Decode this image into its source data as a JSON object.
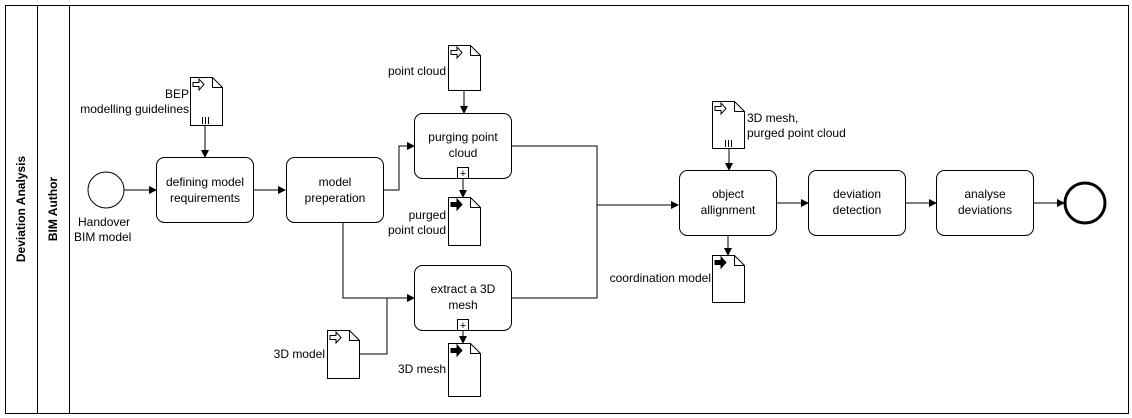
{
  "pool": {
    "title": "Deviation Analysis"
  },
  "lane": {
    "title": "BIM Author"
  },
  "start_event": {
    "label_line1": "Handover",
    "label_line2": "BIM model"
  },
  "tasks": {
    "defining": {
      "line1": "defining model",
      "line2": "requirements"
    },
    "preparation": {
      "line1": "model",
      "line2": "preperation"
    },
    "purging": {
      "line1": "purging point",
      "line2": "cloud",
      "marker": "+"
    },
    "extract": {
      "line1": "extract a 3D",
      "line2": "mesh",
      "marker": "+"
    },
    "allignment": {
      "line1": "object",
      "line2": "allignment"
    },
    "detection": {
      "line1": "deviation",
      "line2": "detection"
    },
    "analyse": {
      "line1": "analyse",
      "line2": "deviations"
    }
  },
  "data_objects": {
    "bep": {
      "line1": "BEP",
      "line2": "modelling guidelines",
      "type": "input"
    },
    "point_cloud": {
      "line1": "point cloud",
      "type": "input"
    },
    "purged_point_cloud": {
      "line1": "purged",
      "line2": "point cloud",
      "type": "output"
    },
    "model_3d": {
      "line1": "3D model",
      "type": "input"
    },
    "mesh_3d": {
      "line1": "3D mesh",
      "type": "output"
    },
    "mesh_purged": {
      "line1": "3D mesh,",
      "line2": "purged point cloud",
      "type": "input"
    },
    "coordination_model": {
      "line1": "coordination model",
      "type": "output"
    }
  },
  "colors": {
    "stroke": "#000000",
    "fill": "#ffffff",
    "background": "#ffffff"
  }
}
